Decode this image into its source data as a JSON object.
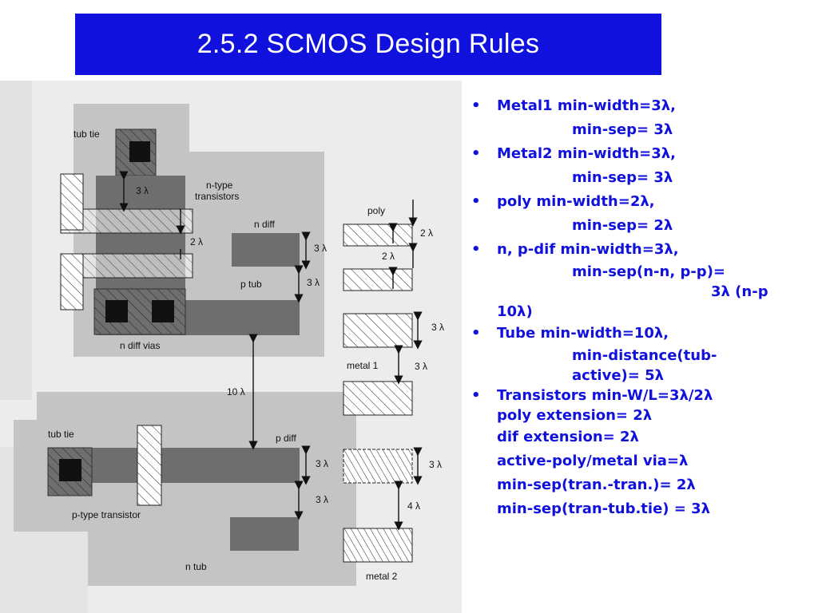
{
  "title": "2.5.2 SCMOS Design Rules",
  "colors": {
    "title_bg": "#1111dd",
    "title_text": "#ffffff",
    "rule_text": "#1111dd"
  },
  "figure": {
    "labels": {
      "tub_tie_top": "tub tie",
      "n_type_transistors_1": "n-type",
      "n_type_transistors_2": "transistors",
      "n_diff": "n diff",
      "p_tub": "p tub",
      "n_diff_vias": "n diff vias",
      "ten_lambda": "10 λ",
      "tub_tie_bottom": "tub tie",
      "p_diff": "p diff",
      "p_type_transistor": "p-type transistor",
      "n_tub": "n tub",
      "poly": "poly",
      "metal1": "metal 1",
      "metal2": "metal 2"
    },
    "dims": {
      "tubtie_3": "3 λ",
      "trans_2": "2 λ",
      "ndiff_3a": "3 λ",
      "ndiff_3b": "3 λ",
      "poly_2a": "2 λ",
      "poly_2b": "2 λ",
      "m1_3a": "3 λ",
      "m1_3b": "3 λ",
      "pdiff_3a": "3 λ",
      "pdiff_3b": "3 λ",
      "m2_3": "3 λ",
      "m2_4": "4 λ"
    }
  },
  "rules": [
    {
      "style": "b",
      "text": "Metal1 min-width=3λ,"
    },
    {
      "style": "i1",
      "text": "min-sep= 3λ"
    },
    {
      "style": "b",
      "text": "Metal2 min-width=3λ,"
    },
    {
      "style": "i1",
      "text": "min-sep= 3λ"
    },
    {
      "style": "b",
      "text": "poly      min-width=2λ,"
    },
    {
      "style": "i1",
      "text": "min-sep= 2λ"
    },
    {
      "style": "b",
      "text": "n, p-dif min-width=3λ,"
    },
    {
      "style": "i1 tight",
      "text": "min-sep(n-n, p-p)="
    },
    {
      "style": "i2 tight",
      "text": "3λ (n-p"
    },
    {
      "style": "i0 tight",
      "text": "10λ)"
    },
    {
      "style": "b",
      "text": "Tube    min-width=10λ,"
    },
    {
      "style": "i1 tight",
      "text": "min-distance(tub-"
    },
    {
      "style": "i1 tight",
      "text": "active)= 5λ"
    },
    {
      "style": "b tight",
      "text": "Transistors min-W/L=3λ/2λ"
    },
    {
      "style": "i0 tight",
      "text": "poly extension=  2λ"
    },
    {
      "style": "i0",
      "text": "dif    extension= 2λ"
    },
    {
      "style": "i0",
      "text": "active-poly/metal via=λ"
    },
    {
      "style": "i0",
      "text": "min-sep(tran.-tran.)= 2λ"
    },
    {
      "style": "i0",
      "text": "min-sep(tran-tub.tie) = 3λ"
    }
  ]
}
